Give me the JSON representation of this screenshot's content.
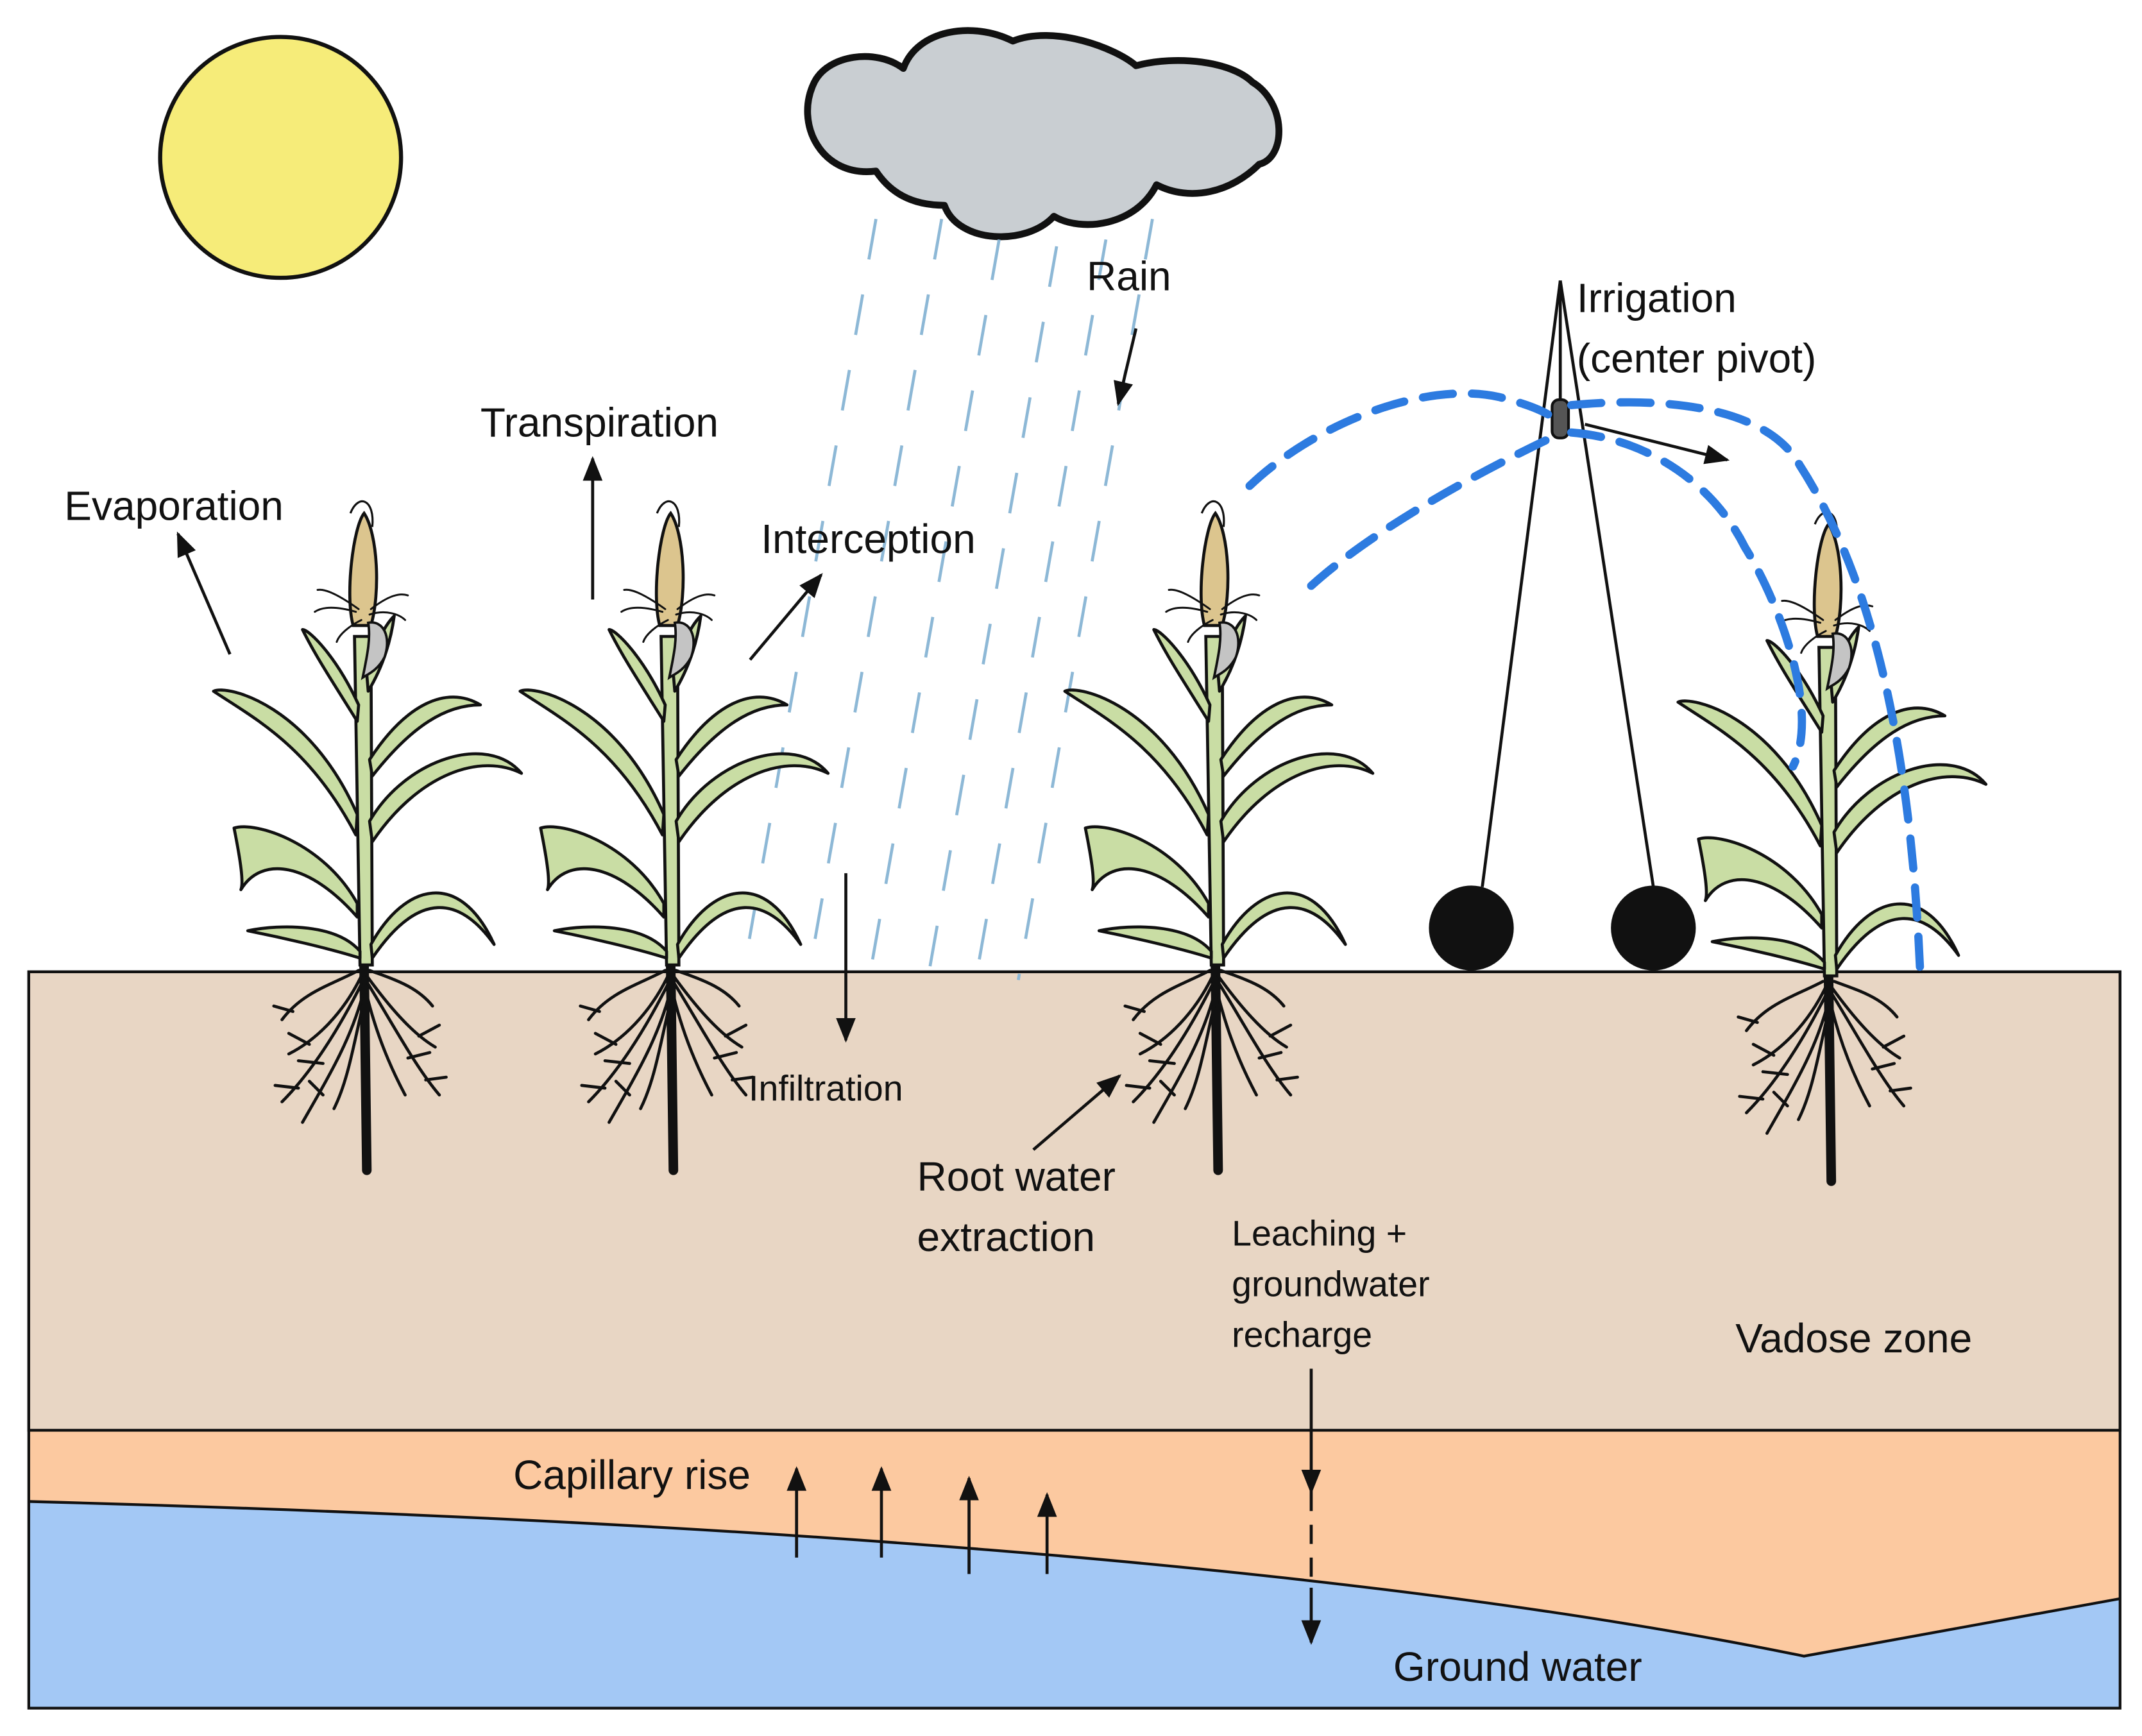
{
  "colors": {
    "sun": "#F6EC79",
    "cloud": "#C9CED2",
    "rain": "#8DB8D6",
    "soil_vadose": "#E8D6C4",
    "capillary_fringe": "#FCC9A0",
    "ground_water": "#A3C8F5",
    "irrigation_spray": "#2D7BE0",
    "leaf": "#C9DDA4",
    "tassel": "#DCC58E",
    "outline": "#111111"
  },
  "icons": {
    "sun": "sun-icon",
    "cloud": "rain-cloud-icon",
    "plant": "maize-plant-icon",
    "pivot": "center-pivot-irrigation-icon",
    "wheel": "pivot-wheel-icon"
  },
  "labels": {
    "evaporation": "Evaporation",
    "transpiration": "Transpiration",
    "interception": "Interception",
    "rain": "Rain",
    "irrigation_line1": "Irrigation",
    "irrigation_line2": "(center pivot)",
    "infiltration": "Infiltration",
    "root_water_line1": "Root water",
    "root_water_line2": "extraction",
    "leaching_line1": "Leaching +",
    "leaching_line2": "groundwater",
    "leaching_line3": "recharge",
    "vadose_zone": "Vadose zone",
    "capillary_rise": "Capillary rise",
    "ground_water": "Ground water"
  }
}
